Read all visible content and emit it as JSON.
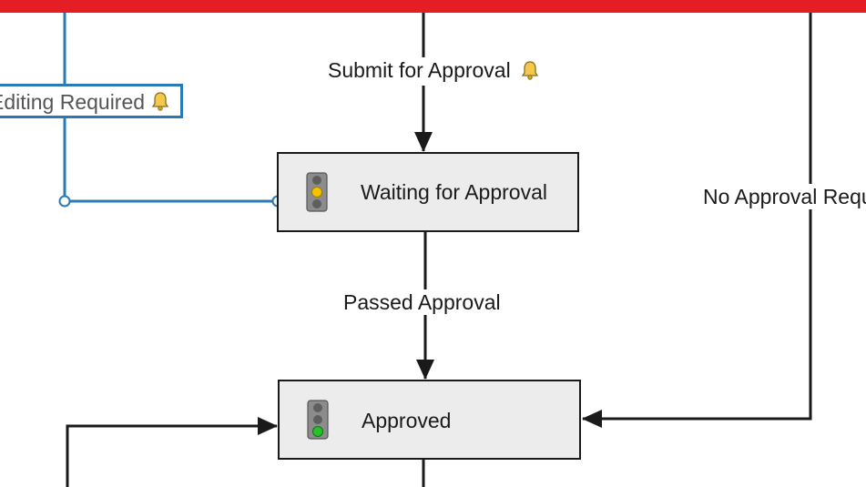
{
  "transitions": {
    "submit_for_approval": "Submit for Approval",
    "editing_required": "Editing Required",
    "passed_approval": "Passed Approval",
    "no_approval_required": "No Approval Required"
  },
  "states": {
    "waiting_for_approval": {
      "label": "Waiting for Approval",
      "light": "yellow"
    },
    "approved": {
      "label": "Approved",
      "light": "green"
    }
  },
  "colors": {
    "top_bar": "#e31e24",
    "selected_connector": "#2a7ab8",
    "connector": "#1a1a1a",
    "state_fill": "#ececec"
  }
}
